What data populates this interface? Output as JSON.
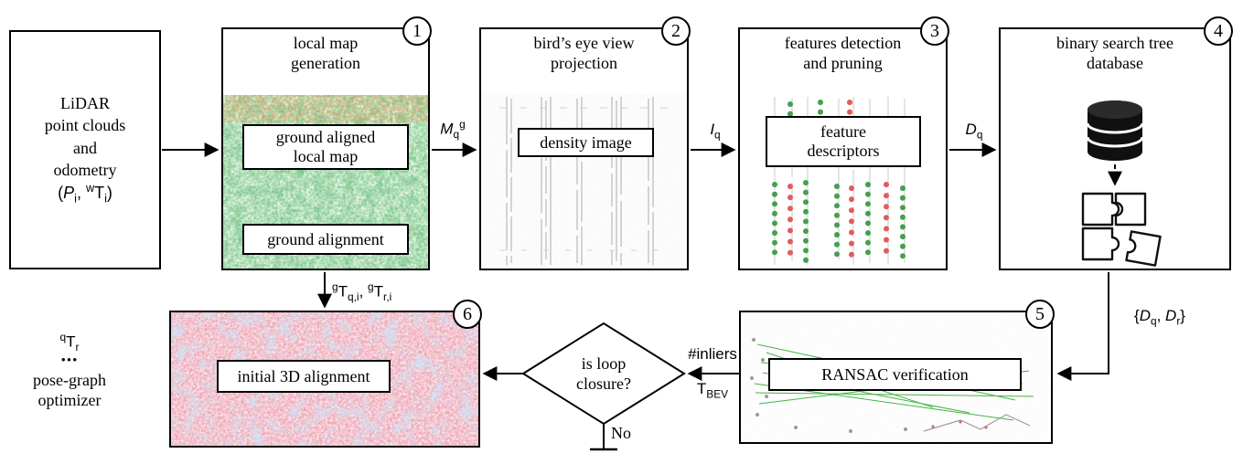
{
  "figure": {
    "type": "flowchart"
  },
  "steps": {
    "input": {
      "text": "LiDAR<br>point clouds<br>and<br>odometry<br><span class='math'>(<i>P</i><sub>i</sub>, <sup>w</sup>T<sub>i</sub>)</span>"
    },
    "step1": {
      "badge": "1",
      "title": "local map<br>generation",
      "inner_top": "ground aligned<br>local map",
      "inner_bottom": "ground alignment"
    },
    "step2": {
      "badge": "2",
      "title": "bird’s eye view<br>projection",
      "inner": "density image"
    },
    "step3": {
      "badge": "3",
      "title": "features detection<br>and pruning",
      "inner": "feature<br>descriptors"
    },
    "step4": {
      "badge": "4",
      "title": "binary search tree<br>database"
    },
    "step5": {
      "badge": "5",
      "inner": "RANSAC verification"
    },
    "step6": {
      "badge": "6",
      "inner": "initial 3D alignment"
    },
    "decision": {
      "text": "is loop<br>closure?",
      "no_label": "No"
    }
  },
  "labels": {
    "mqg": "<i>M</i><sub>q</sub><sup>g</sup>",
    "iq": "<i>I</i><sub>q</sub>",
    "dq": "<i>D</i><sub>q</sub>",
    "dqdr": "{<i>D</i><sub>q</sub>, <i>D</i><sub>r</sub>}",
    "gt": "<sup>g</sup>T<sub>q,i</sub>, <sup>g</sup>T<sub>r,i</sub>",
    "inliers": "#inliers",
    "tbev": "T<sub>BEV</sub>",
    "qtr": "<sup>q</sup>T<sub>r</sub>",
    "dots": "•••",
    "pose_graph": "pose-graph<br>optimizer"
  }
}
